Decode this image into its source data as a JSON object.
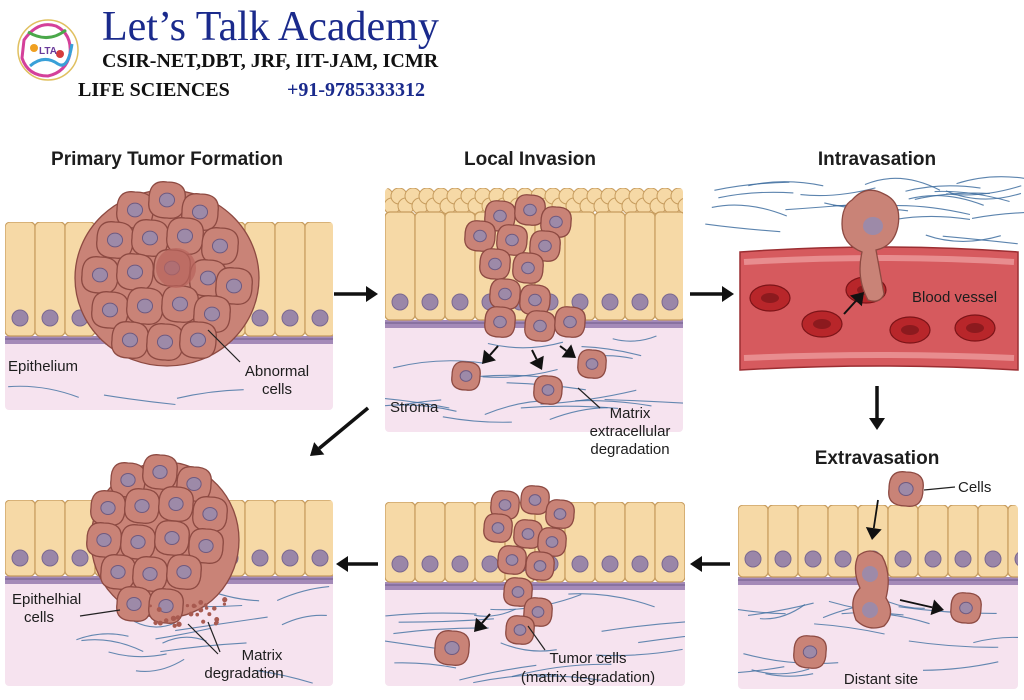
{
  "brand": {
    "title": "Let’s Talk Academy",
    "exams": "CSIR-NET,DBT, JRF, IIT-JAM, ICMR",
    "subject": "LIFE SCIENCES",
    "phone": "+91-9785333312",
    "logo_text": "LTA"
  },
  "panels": {
    "primary": {
      "title": "Primary Tumor Formation",
      "epithelium": "Epithelium",
      "abnormal1": "Abnormal",
      "abnormal2": "cells"
    },
    "invasion": {
      "title": "Local Invasion",
      "stroma": "Stroma",
      "matrix1": "Matrix",
      "matrix2": "extracellular",
      "matrix3": "degradation"
    },
    "intravasation": {
      "title": "Intravasation",
      "vessel": "Blood vessel"
    },
    "extravasation": {
      "title": "Extravasation",
      "cells": "Cells",
      "distant": "Distant site"
    },
    "tumor_deg": {
      "line1": "Tumor cells",
      "line2": "(matrix degradation)"
    },
    "final": {
      "epi1": "Epithelhial",
      "epi2": "cells",
      "matrix1": "Matrix",
      "matrix2": "degradation"
    }
  },
  "colors": {
    "cell_fill": "#f6d9a6",
    "cell_stroke": "#c79c5e",
    "nucleus": "#9a86a8",
    "tumor_fill": "#c98377",
    "tumor_stroke": "#8d4a42",
    "tumor_nucleus": "#9d8aa8",
    "membrane": "#a48ab8",
    "stroma": "#f6e3ef",
    "fiber": "#3f6fa0",
    "vessel": "#d65a5e",
    "rbc": "#b8262a",
    "arrow": "#111111"
  }
}
